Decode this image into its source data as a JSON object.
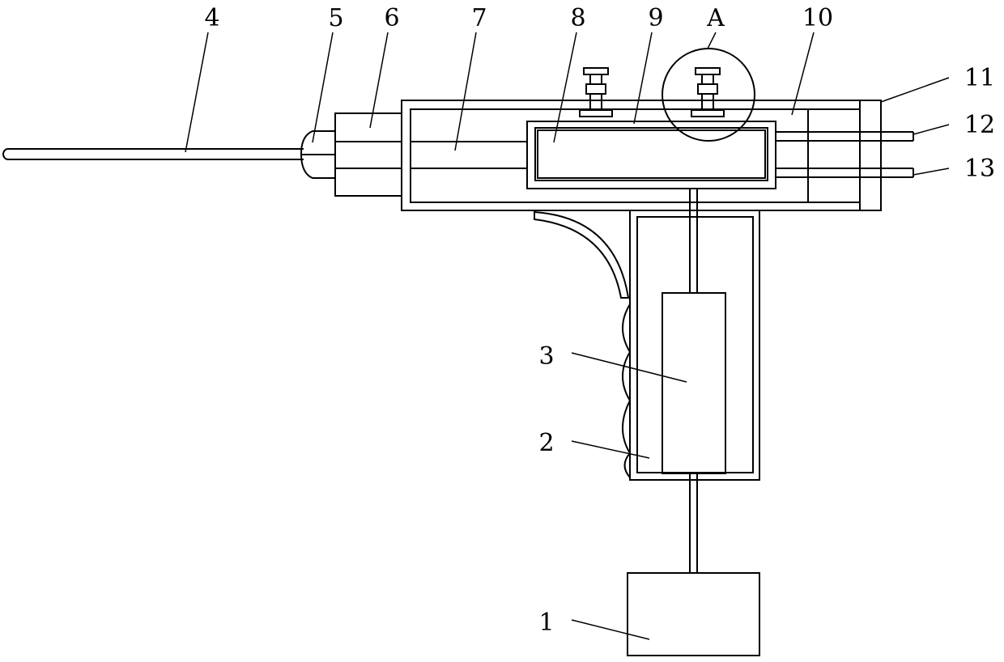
{
  "figure": {
    "labels": {
      "l1": "1",
      "l2": "2",
      "l3": "3",
      "l4": "4",
      "l5": "5",
      "l6": "6",
      "l7": "7",
      "l8": "8",
      "l9": "9",
      "l10": "10",
      "l11": "11",
      "l12": "12",
      "l13": "13",
      "lA": "A"
    }
  }
}
